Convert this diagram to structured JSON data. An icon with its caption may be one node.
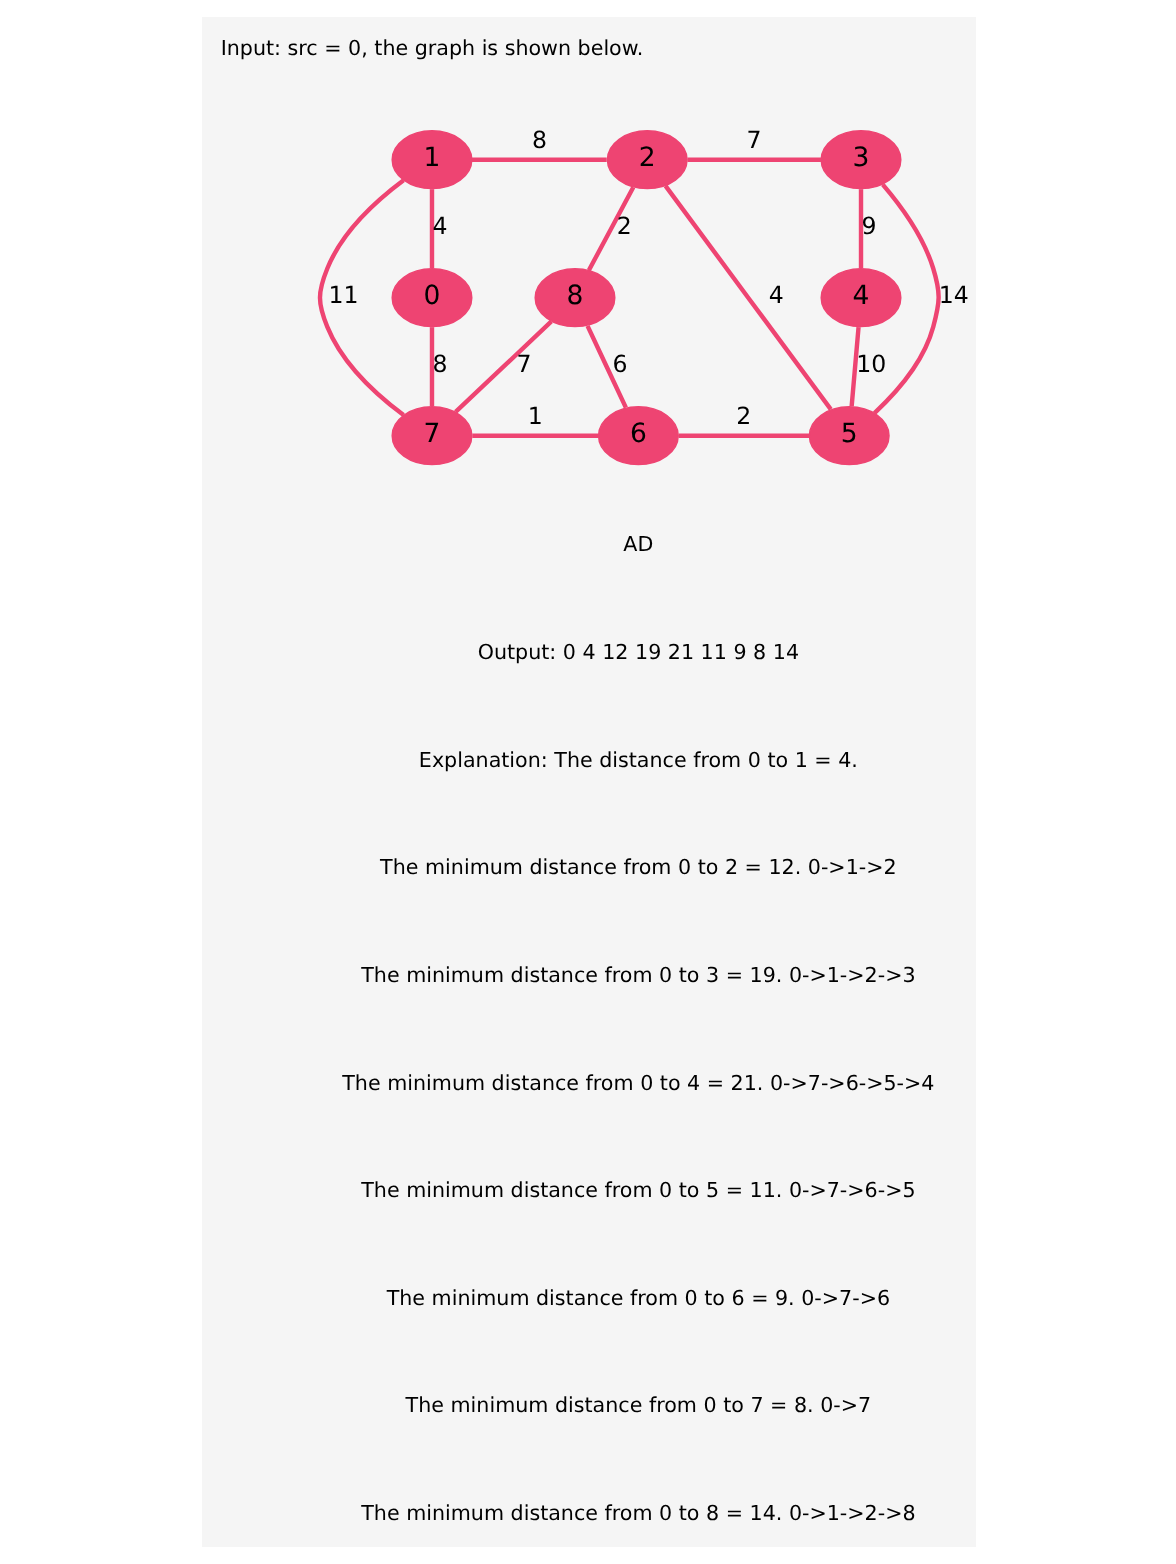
{
  "diagram": {
    "nodes": [
      {
        "text": [
          "0"
        ]
      },
      {
        "text": [
          "1"
        ]
      },
      {
        "text": [
          "2"
        ]
      },
      {
        "text": [
          "3"
        ]
      },
      {
        "text": [
          "4"
        ]
      },
      {
        "text": [
          "5"
        ]
      },
      {
        "text": [
          "6"
        ]
      },
      {
        "text": [
          "7"
        ]
      },
      {
        "text": [
          "8"
        ]
      }
    ],
    "edges": [
      {
        "from": 0,
        "to": 1,
        "arrow": "none",
        "label": "4"
      },
      {
        "from": 0,
        "to": 7,
        "arrow": "none",
        "label": "8"
      },
      {
        "from": 1,
        "to": 2,
        "arrow": "none",
        "label": "8"
      },
      {
        "from": 1,
        "to": 7,
        "arrow": "none",
        "label": "11"
      },
      {
        "from": 2,
        "to": 3,
        "arrow": "none",
        "label": "7"
      },
      {
        "from": 2,
        "to": 8,
        "arrow": "none",
        "label": "2"
      },
      {
        "from": 2,
        "to": 5,
        "arrow": "none",
        "label": "4"
      },
      {
        "from": 3,
        "to": 4,
        "arrow": "none",
        "label": "9"
      },
      {
        "from": 3,
        "to": 5,
        "arrow": "none",
        "label": "14"
      },
      {
        "from": 4,
        "to": 5,
        "arrow": "none",
        "label": "10"
      },
      {
        "from": 8,
        "to": 7,
        "arrow": "none",
        "label": "7"
      },
      {
        "from": 8,
        "to": 6,
        "arrow": "none",
        "label": "6"
      },
      {
        "from": 7,
        "to": 6,
        "arrow": "none",
        "label": "1"
      },
      {
        "from": 6,
        "to": 5,
        "arrow": "none",
        "label": "2"
      }
    ],
    "labels": [
      "Input: src = 0, the graph is shown below.",
      "AD",
      "Output: 0 4 12 19 21 11 9 8 14",
      "Explanation: The distance from 0 to 1 = 4.",
      "The minimum distance from 0 to 2 = 12. 0->1->2",
      "The minimum distance from 0 to 3 = 19. 0->1->2->3",
      "The minimum distance from 0 to 4 = 21. 0->7->6->5->4",
      "The minimum distance from 0 to 5 = 11. 0->7->6->5",
      "The minimum distance from 0 to 6 = 9. 0->7->6",
      "The minimum distance from 0 to 7 = 8. 0->7",
      "The minimum distance from 0 to 8 = 14. 0->1->2->8"
    ]
  }
}
